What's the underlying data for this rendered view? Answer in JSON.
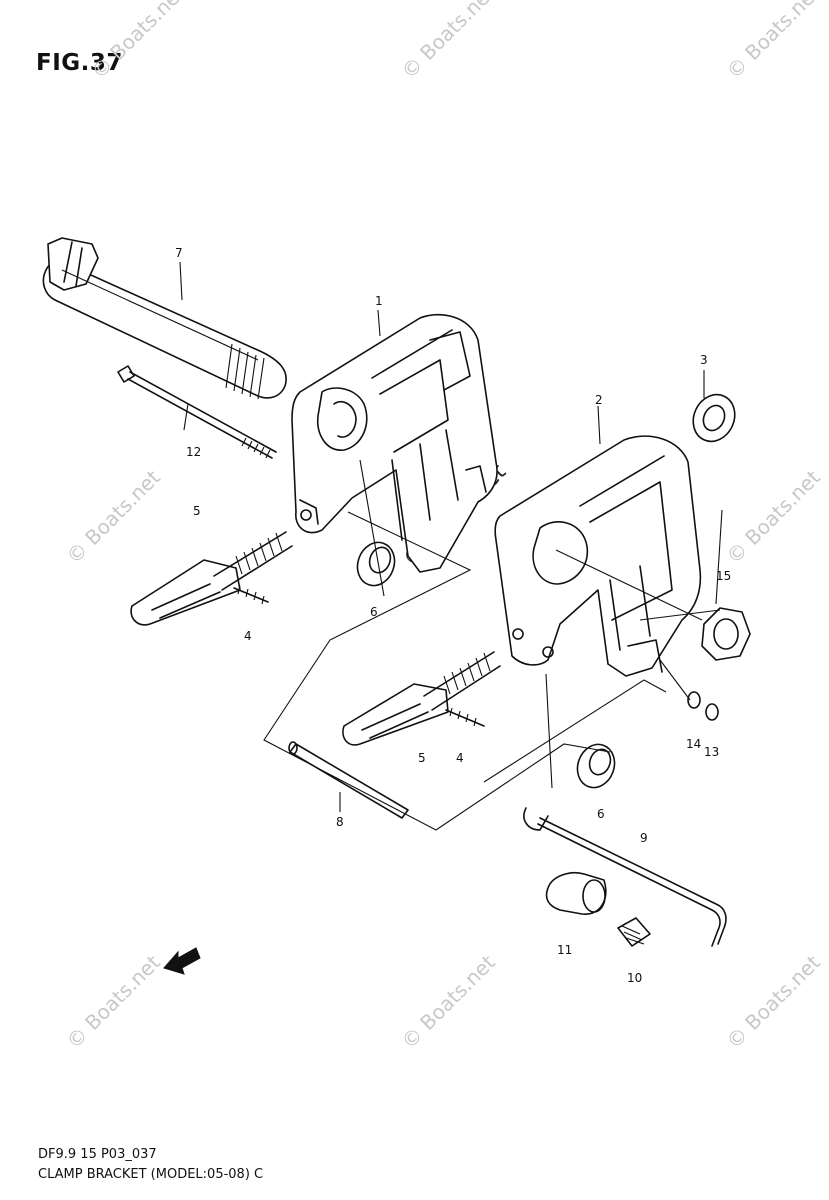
{
  "figure": {
    "title": "FIG.37"
  },
  "watermark": {
    "text": "© Boats.net"
  },
  "parts": {
    "p1": "1",
    "p2": "2",
    "p3": "3",
    "p4a": "4",
    "p4b": "4",
    "p5a": "5",
    "p5b": "5",
    "p6a": "6",
    "p6b": "6",
    "p7": "7",
    "p8": "8",
    "p9": "9",
    "p10": "10",
    "p11": "11",
    "p12": "12",
    "p13": "13",
    "p14": "14",
    "p15": "15"
  },
  "footer": {
    "line1": "DF9.9 15 P03_037",
    "line2": "CLAMP BRACKET (MODEL:05-08) C"
  },
  "colors": {
    "line": "#111111",
    "watermark": "#c8c8c8",
    "background": "#ffffff"
  }
}
